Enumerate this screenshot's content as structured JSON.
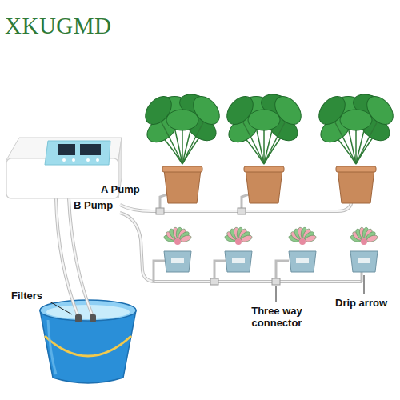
{
  "diagram": {
    "labels": [
      "XKUGMD",
      "A Pump",
      "B Pump",
      "Filters",
      "Three way connector",
      "Drip arrow"
    ]
  }
}
